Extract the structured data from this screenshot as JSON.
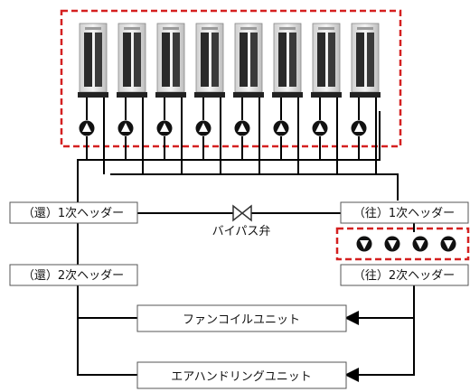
{
  "headers": {
    "return_primary": "（還）1次ヘッダー",
    "supply_primary": "（往）1次ヘッダー",
    "return_secondary": "（還）2次ヘッダー",
    "supply_secondary": "（往）2次ヘッダー"
  },
  "bypass_valve_label": "バイパス弁",
  "units": {
    "fan_coil": "ファンコイルユニット",
    "air_handling": "エアハンドリングユニット"
  },
  "chiller_count": 8,
  "primary_pump_count": 8,
  "secondary_pump_count": 4,
  "colors": {
    "highlight": "#d42020",
    "line": "#000000",
    "box_border": "#555555"
  }
}
